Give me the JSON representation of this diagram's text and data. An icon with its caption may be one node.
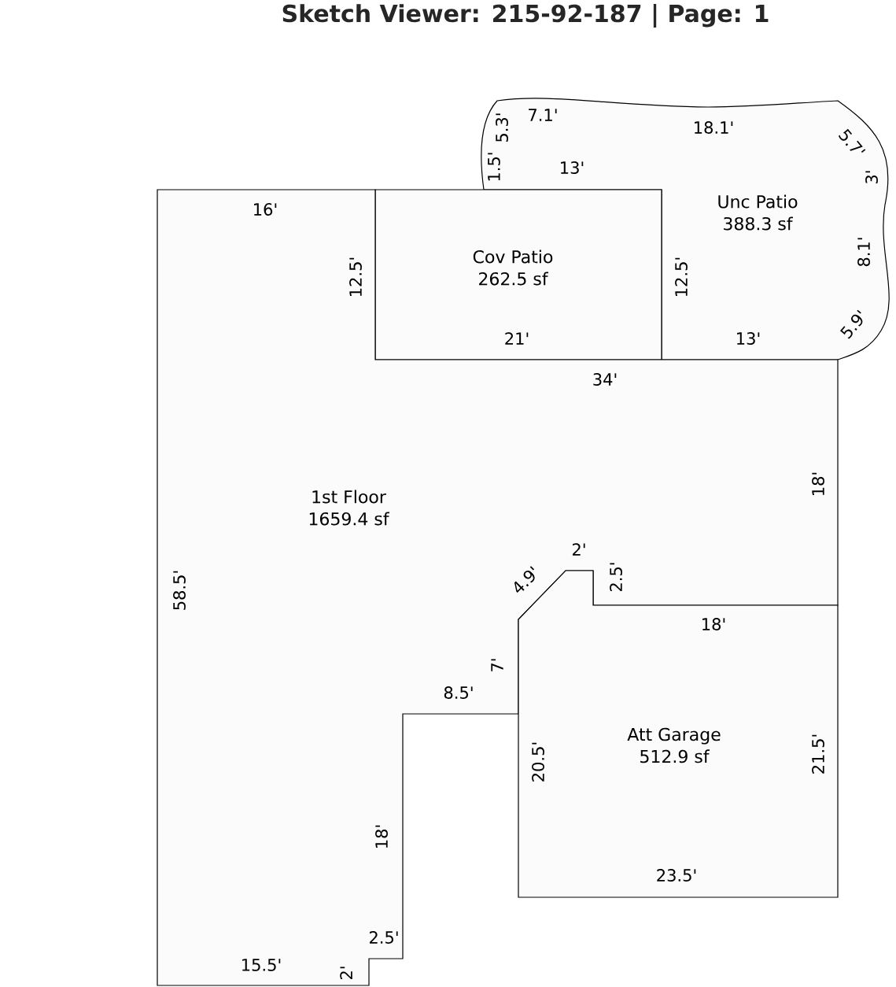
{
  "diagram": {
    "title": "Sketch Viewer: 215-92-187 | Page: 1",
    "nodes": [
      {
        "text": [
          "Unc Patio",
          "388.3 sf"
        ]
      },
      {
        "text": [
          "Cov Patio",
          "262.5 sf"
        ]
      },
      {
        "text": [
          "1st Floor",
          "1659.4 sf"
        ]
      },
      {
        "text": [
          "Att Garage",
          "512.9 sf"
        ]
      }
    ],
    "labels": [
      "7.1'",
      "5.3'",
      "18.1'",
      "5.7'",
      "1.5'",
      "13'",
      "3'",
      "16'",
      "12.5'",
      "12.5'",
      "8.1'",
      "21'",
      "13'",
      "5.9'",
      "34'",
      "18'",
      "58.5'",
      "2'",
      "4.9'",
      "2.5'",
      "18'",
      "7'",
      "8.5'",
      "20.5'",
      "21.5'",
      "18'",
      "23.5'",
      "2.5'",
      "15.5'",
      "2'"
    ]
  }
}
